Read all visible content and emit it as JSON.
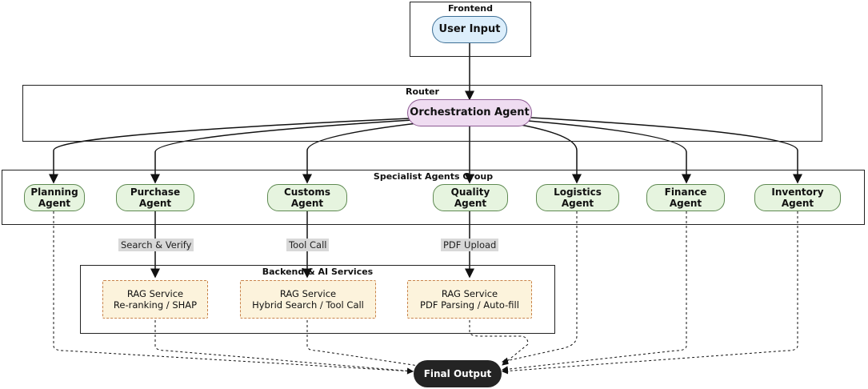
{
  "groups": {
    "frontend": "Frontend",
    "router": "Router",
    "specialists": "Specialist Agents Group",
    "backend": "Backend & AI Services"
  },
  "nodes": {
    "user_input": "User Input",
    "orchestration": "Orchestration Agent",
    "final_output": "Final Output"
  },
  "agents": [
    {
      "line1": "Planning",
      "line2": "Agent"
    },
    {
      "line1": "Purchase",
      "line2": "Agent"
    },
    {
      "line1": "Customs",
      "line2": "Agent"
    },
    {
      "line1": "Quality",
      "line2": "Agent"
    },
    {
      "line1": "Logistics",
      "line2": "Agent"
    },
    {
      "line1": "Finance",
      "line2": "Agent"
    },
    {
      "line1": "Inventory",
      "line2": "Agent"
    }
  ],
  "services": [
    {
      "line1": "RAG Service",
      "line2": "Re-ranking / SHAP"
    },
    {
      "line1": "RAG Service",
      "line2": "Hybrid Search / Tool Call"
    },
    {
      "line1": "RAG Service",
      "line2": "PDF Parsing / Auto-fill"
    }
  ],
  "edge_labels": [
    "Search & Verify",
    "Tool Call",
    "PDF Upload"
  ],
  "colors": {
    "agent_fill": "#e6f4df",
    "input_fill": "#dceefb",
    "orchestration_fill": "#efdcf1",
    "service_fill": "#fcf3dc",
    "final_fill": "#242424"
  }
}
